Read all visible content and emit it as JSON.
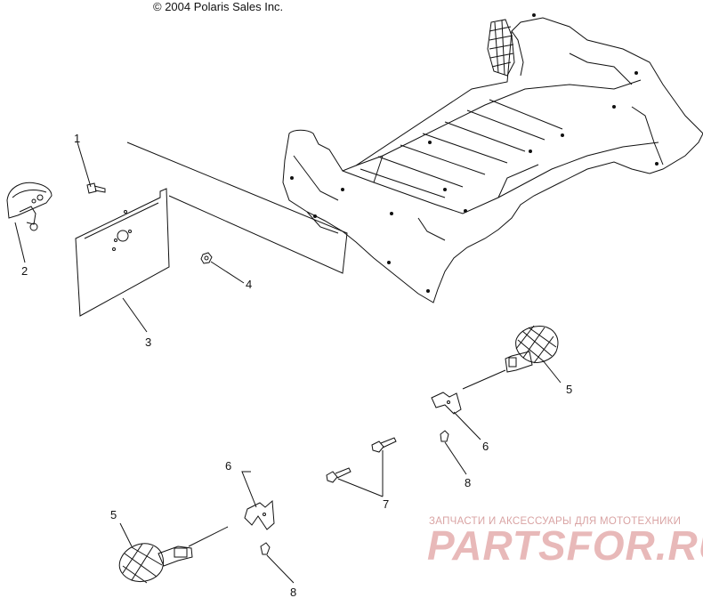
{
  "header": {
    "copyright": "© 2004 Polaris Sales Inc."
  },
  "callouts": [
    "1",
    "2",
    "3",
    "4",
    "5",
    "6",
    "7",
    "8",
    "5",
    "6",
    "8"
  ],
  "watermark": {
    "subtitle": "ЗАПЧАСТИ И АКСЕССУАРЫ ДЛЯ МОТОТЕХНИКИ",
    "brand": "PARTSFOR.RU",
    "color": "#e8b9b9"
  }
}
